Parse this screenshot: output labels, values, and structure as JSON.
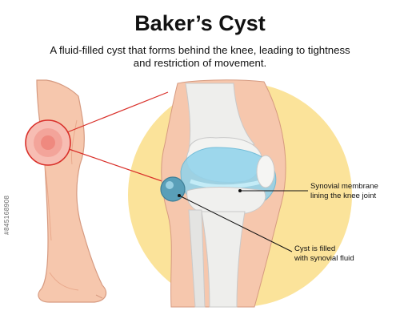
{
  "title": "Baker’s Cyst",
  "subtitle_line1": "A fluid-filled cyst that forms behind the knee, leading to tightness",
  "subtitle_line2": "and restriction of movement.",
  "labels": {
    "membrane_line1": "Synovial membrane",
    "membrane_line2": "lining the knee joint",
    "cyst_line1": "Cyst is filled",
    "cyst_line2": "with synovial fluid"
  },
  "stock_id": "#845168908",
  "colors": {
    "skin": "#f6c7ad",
    "skin_shadow": "#e9a98c",
    "background_disc": "#fbe39a",
    "bone": "#e8e8e6",
    "synovial_fluid": "#8fd3ec",
    "cyst": "#5a9fb8",
    "pointer_red": "#d9302a",
    "highlight_red": "#e85b5b"
  }
}
